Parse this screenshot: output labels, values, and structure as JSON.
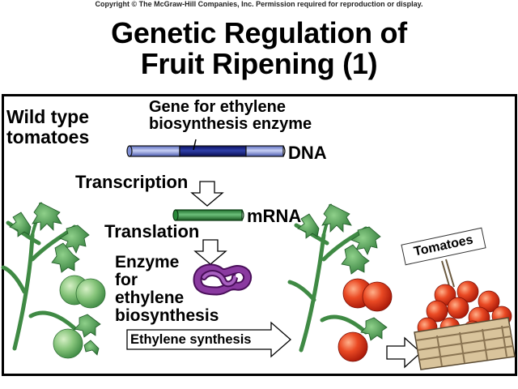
{
  "copyright": "Copyright © The McGraw-Hill Companies, Inc. Permission required for reproduction or display.",
  "title": {
    "line1": "Genetic Regulation of",
    "line2": "Fruit Ripening (1)"
  },
  "labels": {
    "wild_type_line1": "Wild type",
    "wild_type_line2": "tomatoes",
    "gene_line1": "Gene for ethylene",
    "gene_line2": "biosynthesis enzyme",
    "dna": "DNA",
    "transcription": "Transcription",
    "mrna": "mRNA",
    "translation": "Translation",
    "enzyme_line1": "Enzyme",
    "enzyme_line2": "for",
    "enzyme_line3": "ethylene",
    "enzyme_line4": "biosynthesis",
    "ethylene_synthesis": "Ethylene synthesis",
    "basket_sign": "Tomatoes"
  },
  "colors": {
    "dna_light": "#7f8fd6",
    "dna_dark": "#10186e",
    "mrna": "#2a8a3a",
    "enzyme": "#7a2a8a",
    "unripe_tomato": "#7fbf6a",
    "ripe_tomato": "#e0381c",
    "leaf": "#3f8f4a",
    "basket": "#d8c39a"
  }
}
